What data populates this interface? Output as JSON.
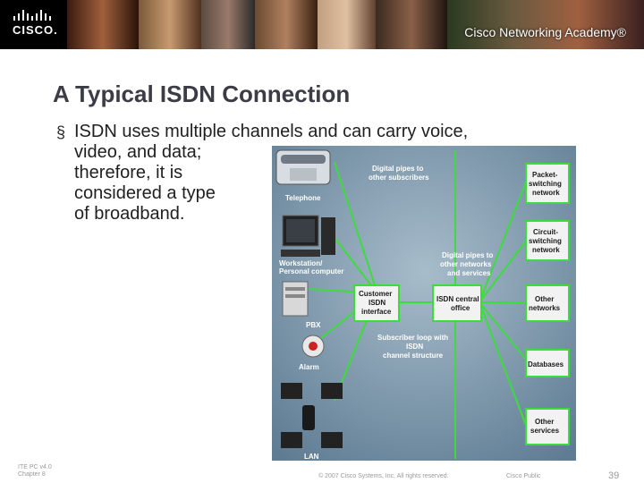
{
  "brand": {
    "logo_text": "CISCO.",
    "academy": "Cisco Networking Academy®"
  },
  "slide": {
    "title": "A Typical ISDN Connection",
    "bullet_marker": "§",
    "bullet_text": "ISDN uses multiple channels and can carry voice,\nvideo, and data;\ntherefore, it is\nconsidered a type\nof broadband."
  },
  "diagram": {
    "labels": {
      "telephone": "Telephone",
      "workstation_1": "Workstation/",
      "workstation_2": "Personal computer",
      "pbx": "PBX",
      "alarm": "Alarm",
      "lan": "LAN",
      "pipes_subscribers_1": "Digital pipes to",
      "pipes_subscribers_2": "other subscribers",
      "pipes_networks_1": "Digital pipes to",
      "pipes_networks_2": "other networks",
      "pipes_networks_3": "and services",
      "customer_1": "Customer",
      "customer_2": "ISDN",
      "customer_3": "interface",
      "central_1": "ISDN central",
      "central_2": "office",
      "loop_1": "Subscriber loop with",
      "loop_2": "ISDN",
      "loop_3": "channel structure",
      "packet_1": "Packet-",
      "packet_2": "switching",
      "packet_3": "network",
      "circuit_1": "Circuit-",
      "circuit_2": "switching",
      "circuit_3": "network",
      "other_networks_1": "Other",
      "other_networks_2": "networks",
      "databases": "Databases",
      "other_services_1": "Other",
      "other_services_2": "services"
    },
    "colors": {
      "background": "#7f99ad",
      "line": "#3ddc3d",
      "box": "#f2f2f2"
    }
  },
  "footer": {
    "course": "ITE PC v4.0\nChapter 8",
    "copyright": "© 2007 Cisco Systems, Inc. All rights reserved.",
    "classification": "Cisco Public",
    "page": "39"
  }
}
